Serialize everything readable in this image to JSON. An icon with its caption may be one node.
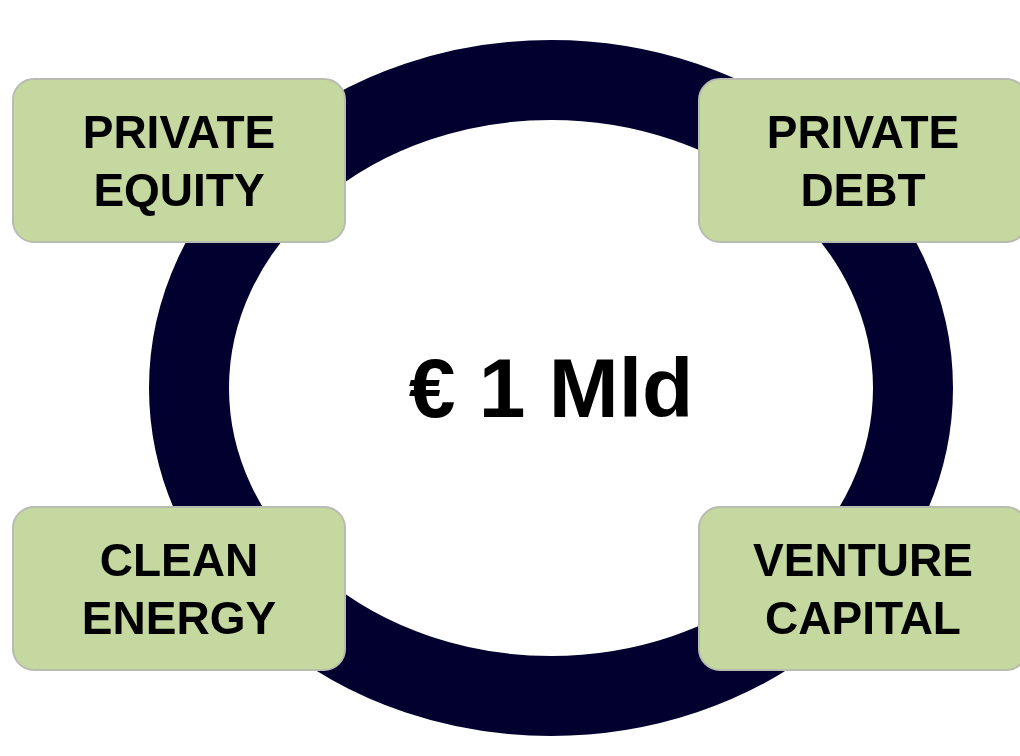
{
  "diagram": {
    "nodes": [
      {
        "text": [
          "PRIVATE EQUITY"
        ]
      },
      {
        "text": [
          "PRIVATE DEBT"
        ]
      },
      {
        "text": [
          "€ 1 Mld"
        ]
      },
      {
        "text": [
          "CLEAN ENERGY"
        ]
      },
      {
        "text": [
          "VENTURE CAPITAL"
        ]
      }
    ]
  }
}
